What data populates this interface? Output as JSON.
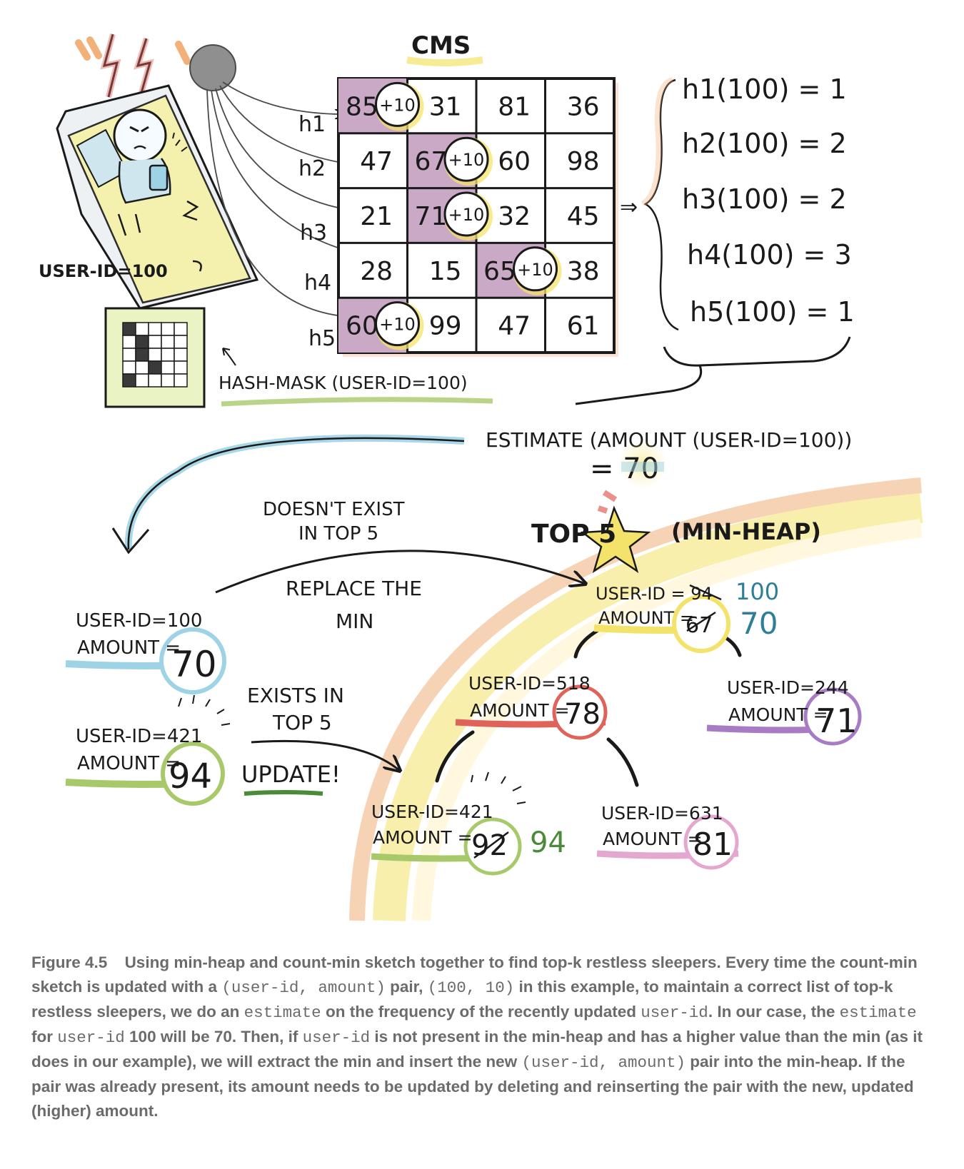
{
  "figure": {
    "cms_title": "CMS",
    "hash_labels": [
      "h1",
      "h2",
      "h3",
      "h4",
      "h5"
    ],
    "cms_grid": [
      [
        "85",
        "31",
        "81",
        "36"
      ],
      [
        "47",
        "67",
        "60",
        "98"
      ],
      [
        "21",
        "71",
        "32",
        "45"
      ],
      [
        "28",
        "15",
        "65",
        "38"
      ],
      [
        "60",
        "99",
        "47",
        "61"
      ]
    ],
    "increment_badge": "+10",
    "hash_results": [
      "h1(100) = 1",
      "h2(100) = 2",
      "h3(100) = 2",
      "h4(100) = 3",
      "h5(100) = 1"
    ],
    "user_label": "USER-ID=100",
    "hash_mask_label": "HASH-MASK (USER-ID=100)",
    "estimate_line1": "ESTIMATE (AMOUNT (USER-ID=100))",
    "estimate_line2": "= 70",
    "top5_title": "TOP 5",
    "min_heap_label": "(MIN-HEAP)",
    "doesnt_exist_line1": "DOESN'T EXIST",
    "doesnt_exist_line2": "IN TOP 5",
    "replace_line1": "REPLACE THE",
    "replace_line2": "MIN",
    "exists_line1": "EXISTS IN",
    "exists_line2": "TOP 5",
    "update_label": "UPDATE!",
    "left_nodes": [
      {
        "user_line": "USER-ID=100",
        "amount_label": "AMOUNT =",
        "amount": "70"
      },
      {
        "user_line": "USER-ID=421",
        "amount_label": "AMOUNT =",
        "amount": "94"
      }
    ],
    "heap_nodes": {
      "root": {
        "user_line": "USER-ID = 94",
        "new_user": "100",
        "amount_label": "AMOUNT =",
        "old_amount": "67",
        "new_amount": "70"
      },
      "mid_left": {
        "user_line": "USER-ID=518",
        "amount_label": "AMOUNT =",
        "amount": "78"
      },
      "mid_right": {
        "user_line": "USER-ID=244",
        "amount_label": "AMOUNT =",
        "amount": "71"
      },
      "bottom_left": {
        "user_line": "USER-ID=421",
        "amount_label": "AMOUNT =",
        "old_amount": "92",
        "new_amount": "94"
      },
      "bottom_right": {
        "user_line": "USER-ID=631",
        "amount_label": "AMOUNT =",
        "amount": "81"
      }
    },
    "colors": {
      "purple_cell": "#c9a9c6",
      "yellow": "#f4e36a",
      "blue": "#9ed3e6",
      "teal_text": "#2d7f98",
      "green": "#a8c96a",
      "green_text": "#4a8a3a",
      "red": "#e0635a",
      "purple": "#a77cc4",
      "pink": "#e4a7cf",
      "orange": "#f2b07a"
    }
  },
  "caption": {
    "label": "Figure 4.5",
    "text_1": "Using min-heap and count-min sketch together to find top-k restless sleepers. Every time the count-min sketch is updated with a",
    "code_1": "(user-id, amount)",
    "text_2": "pair,",
    "code_2": "(100, 10)",
    "text_3": "in this example, to maintain a correct list of top-k restless sleepers, we do an",
    "code_3": "estimate",
    "text_4": "on the frequency of the recently updated",
    "code_4": "user-id",
    "text_5": ". In our case, the",
    "code_5": "estimate",
    "text_6": "for",
    "code_6": "user-id",
    "text_7": "100 will be 70. Then, if",
    "code_7": "user-id",
    "text_8": "is not present in the min-heap and has a higher value than the min (as it does in our example), we will extract the min and insert the new",
    "code_8": "(user-id, amount)",
    "text_9": "pair into the min-heap. If the pair was already present, its amount needs to be updated by deleting and reinserting the pair with the new, updated (higher) amount."
  }
}
